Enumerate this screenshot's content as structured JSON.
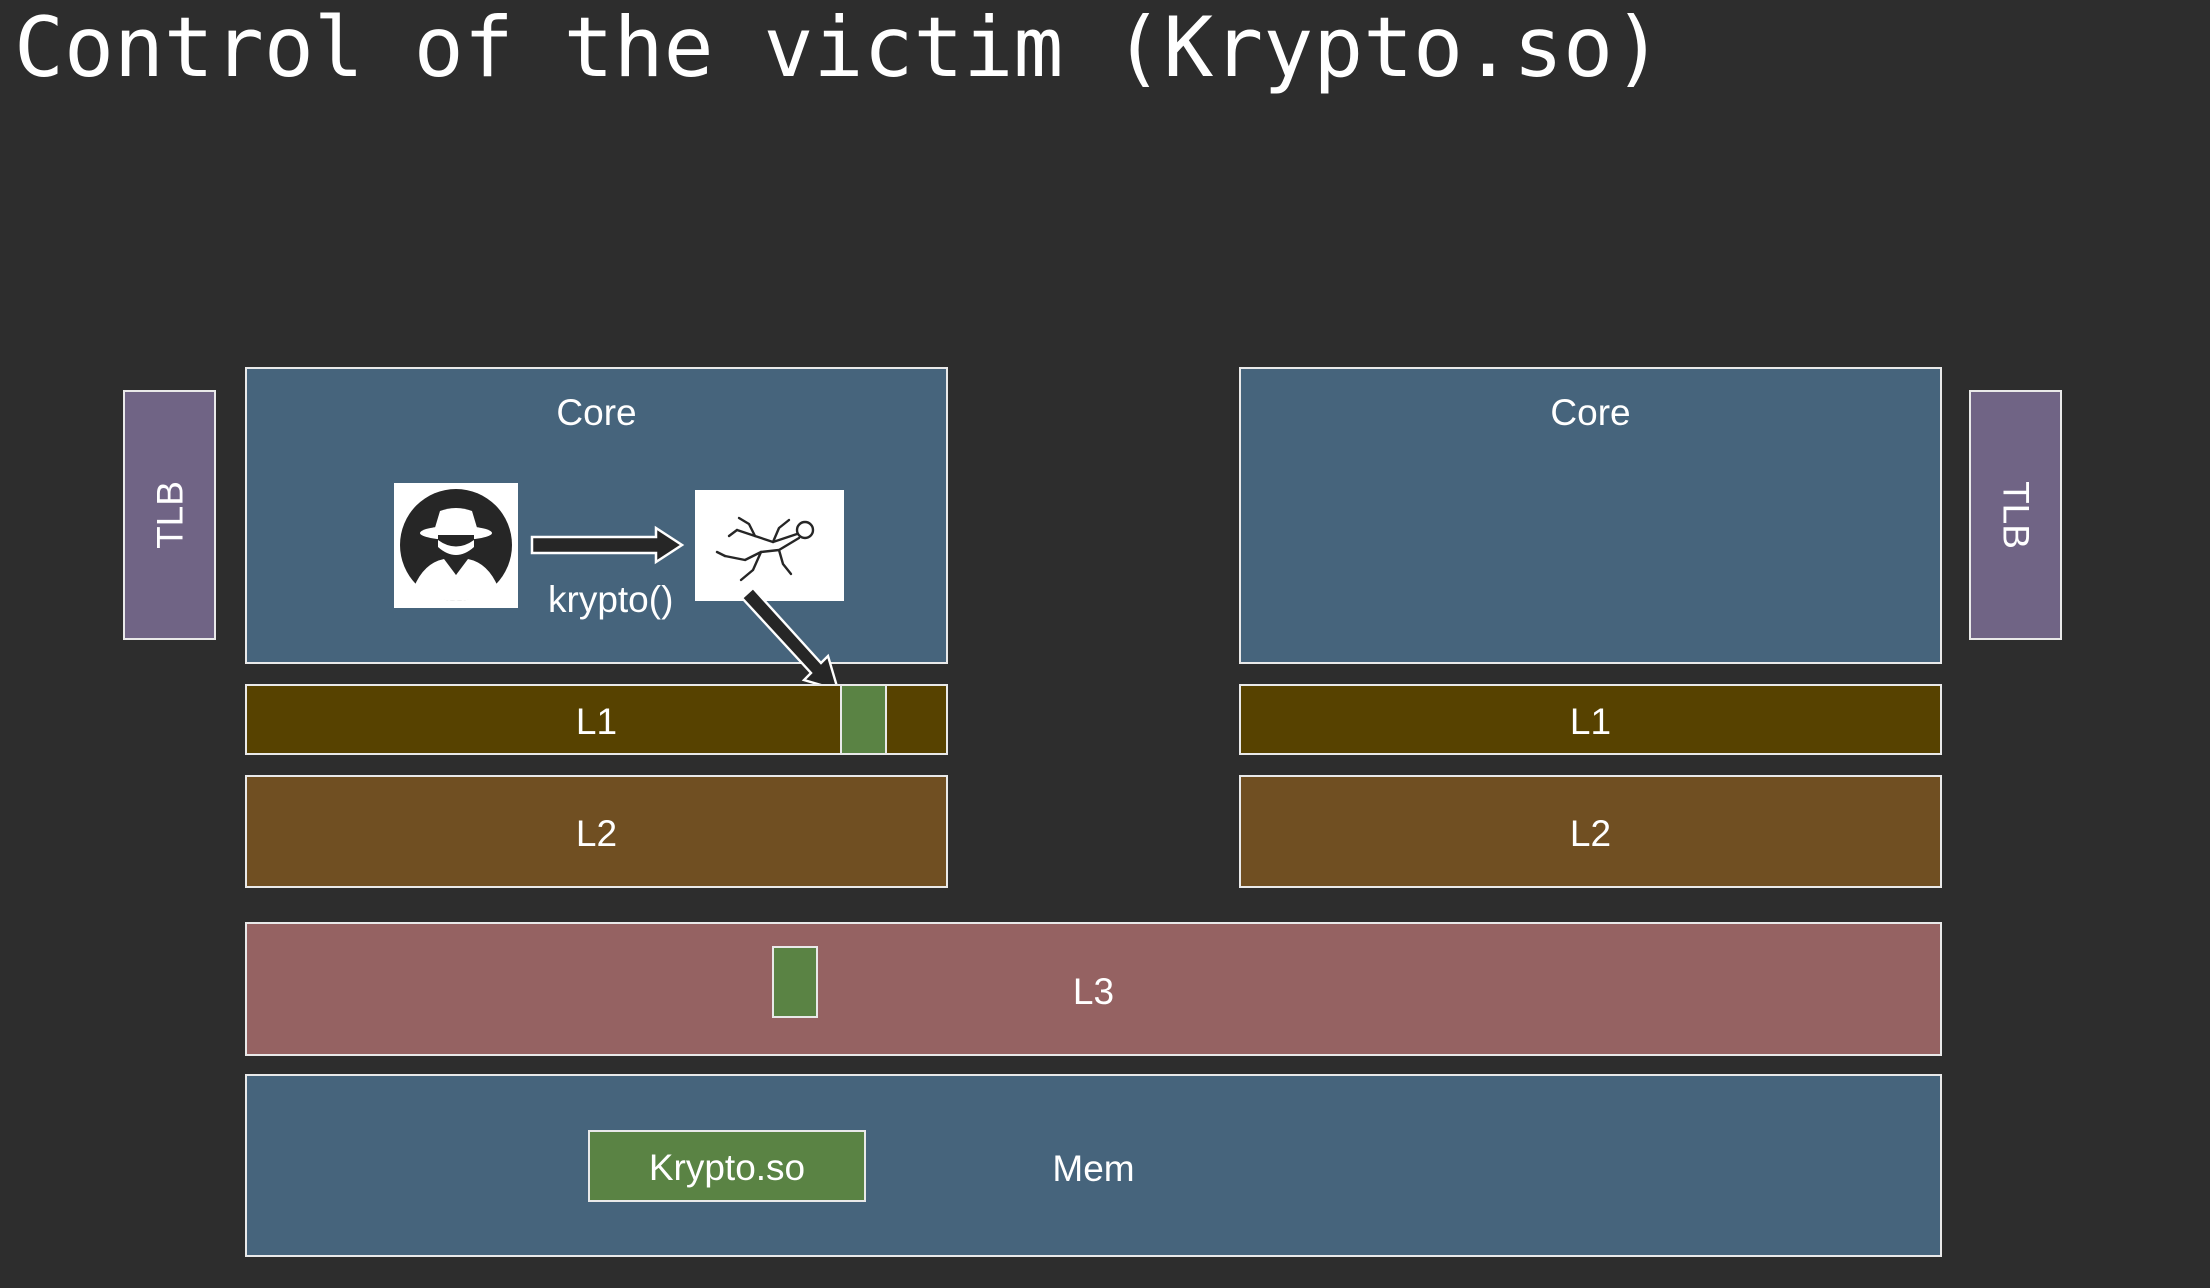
{
  "title": "Control of the victim (Krypto.so)",
  "colors": {
    "background": "#2d2d2d",
    "core": "#46647c",
    "tlb": "#706485",
    "l1": "#574200",
    "l2": "#704f22",
    "l3": "#956262",
    "mem": "#46647c",
    "cache_line": "#5a8344"
  },
  "left_tlb": {
    "label": "TLB"
  },
  "right_tlb": {
    "label": "TLB"
  },
  "left_core": {
    "label": "Core",
    "attacker_icon": "spy-hat-icon",
    "victim_icon": "chalk-body-outline-icon",
    "call_label": "krypto()"
  },
  "right_core": {
    "label": "Core"
  },
  "left_l1": {
    "label": "L1"
  },
  "right_l1": {
    "label": "L1"
  },
  "left_l2": {
    "label": "L2"
  },
  "right_l2": {
    "label": "L2"
  },
  "l3": {
    "label": "L3"
  },
  "mem": {
    "label": "Mem",
    "lib_label": "Krypto.so"
  }
}
